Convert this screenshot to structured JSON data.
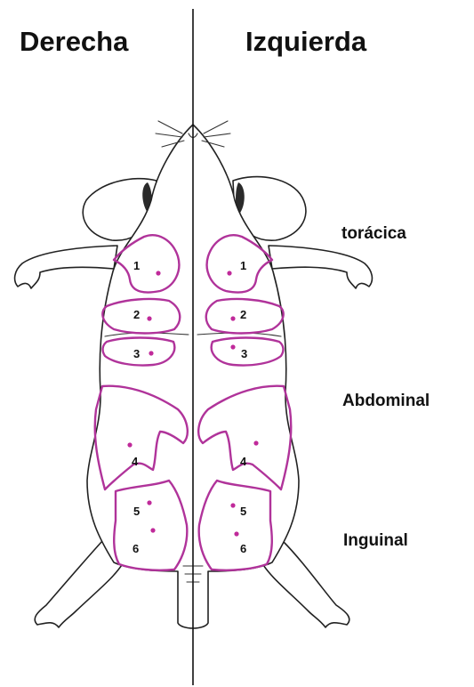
{
  "headers": {
    "right": "Derecha",
    "left": "Izquierda"
  },
  "regions": {
    "thoracic": "torácica",
    "abdominal": "Abdominal",
    "inguinal": "Inguinal"
  },
  "glands": {
    "right": [
      "1",
      "2",
      "3",
      "4",
      "5",
      "6"
    ],
    "left": [
      "1",
      "2",
      "3",
      "4",
      "5",
      "6"
    ]
  },
  "colors": {
    "gland_outline": "#b0339a",
    "nipple": "#c02a9a",
    "midline": "#111111",
    "body_outline": "#222222"
  },
  "icons": {
    "animal": "mouse-ventral-view"
  }
}
